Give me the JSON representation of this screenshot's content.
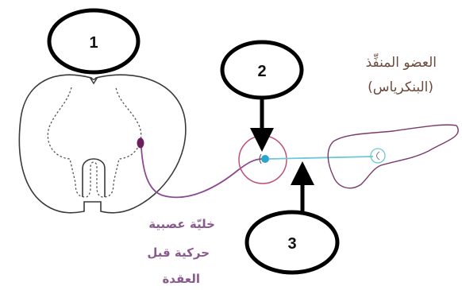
{
  "labels": {
    "callout_1": "1",
    "callout_2": "2",
    "callout_3": "3",
    "organ_line1": "العضو المنفِّذ",
    "organ_line2": "(البنكرياس)",
    "neuron_line1": "خليّة عصبية",
    "neuron_line2": "حركية قبل",
    "neuron_line3": "العقدة"
  },
  "colors": {
    "outline": "#3a3a3a",
    "preganglionic_axon": "#8a4a8f",
    "cell_body": "#6b1f5e",
    "ganglion_circle": "#c0507a",
    "postganglionic_axon": "#6cc8d6",
    "ganglion_cell": "#2ba4cf",
    "organ_outline": "#7a3a6a",
    "text_purple": "#8a5a8f",
    "text_brown": "#6e4a3a",
    "callout_border": "#000000"
  }
}
